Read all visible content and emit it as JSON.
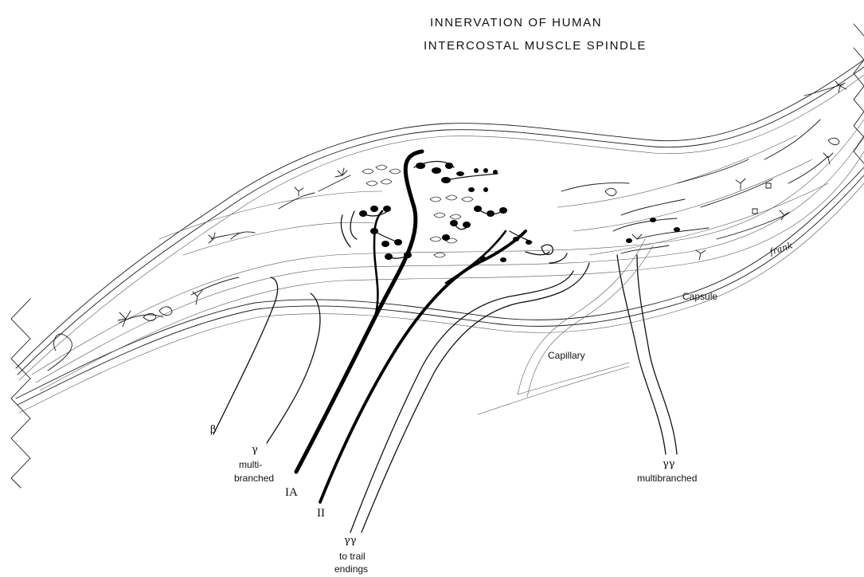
{
  "title": {
    "line1": "INNERVATION OF HUMAN",
    "line2": "INTERCOSTAL MUSCLE SPINDLE"
  },
  "labels": {
    "capsule": "Capsule",
    "capillary": "Capillary",
    "beta": "β",
    "gamma_left": "γ",
    "multibranched_left_1": "multi-",
    "multibranched_left_2": "branched",
    "ia": "IA",
    "ii": "II",
    "gamma_pair_bottom": "γγ",
    "trail_1": "to trail",
    "trail_2": "endings",
    "gamma_pair_right": "γγ",
    "multibranched_right": "multibranched",
    "signature": "frank"
  },
  "colors": {
    "ink": "#111111",
    "paper": "#ffffff"
  }
}
